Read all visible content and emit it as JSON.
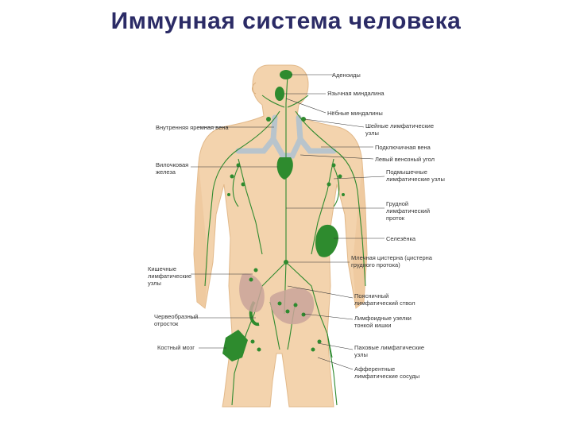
{
  "title": "Иммунная система человека",
  "labels": {
    "adenoids": "Аденоиды",
    "tonsils_pharyngeal": "Язычная миндалина",
    "tonsils_palatine": "Нёбные миндалины",
    "cervical_nodes": "Шейные лимфатические узлы",
    "subclavian_vein": "Подключичная вена",
    "left_venous_angle": "Левый венозный угол",
    "axillary_nodes": "Подмышечные лимфатические узлы",
    "thoracic_duct": "Грудной лимфатический проток",
    "spleen": "Селезёнка",
    "cisterna_chyli": "Млечная цистерна (цистерна грудного протока)",
    "lumbar_trunk": "Поясничный лимфатический ствол",
    "peyer_patches": "Лимфоидные узелки тонкой кишки",
    "inguinal_nodes": "Паховые лимфатические узлы",
    "afferent_vessels": "Афферентные лимфатические сосуды",
    "internal_jugular": "Внутренняя яремная вена",
    "thymus": "Вилочковая железа",
    "intestinal_nodes": "Кишечные лимфатические узлы",
    "appendix": "Червеобразный отросток",
    "bone_marrow": "Костный мозг"
  },
  "colors": {
    "title": "#2b2b66",
    "skin": "#f3d3ad",
    "skin_shade": "#e9c193",
    "lymph": "#2f8a2f",
    "organ": "#2e8b2e",
    "vein": "#b8c4cc",
    "gut": "#c9a39a",
    "leader": "#333333"
  }
}
